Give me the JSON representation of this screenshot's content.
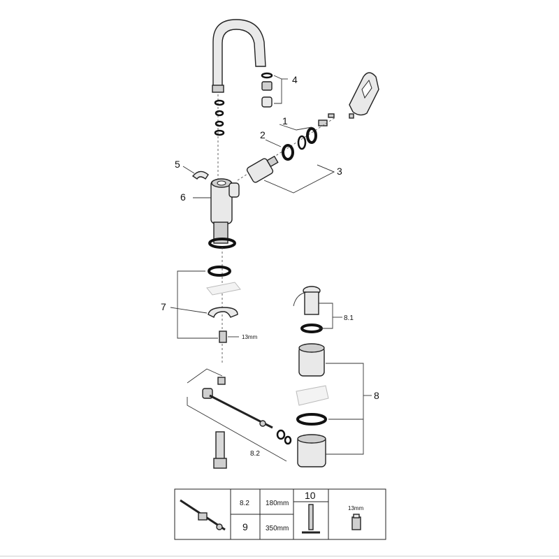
{
  "callouts": {
    "c1": "1",
    "c2": "2",
    "c3": "3",
    "c4": "4",
    "c5": "5",
    "c6": "6",
    "c7": "7",
    "c8": "8",
    "c8_1": "8.1",
    "c8_2": "8.2",
    "wrench_size": "13mm"
  },
  "spare_table": {
    "cell_rod_label": "8.2",
    "cell_rod_length": "180mm",
    "cell_hose_label": "9",
    "cell_hose_length": "350mm",
    "cell_tool_label": "10",
    "cell_wrench_size": "13mm"
  },
  "icons": [
    "tap-spout-icon",
    "handle-lever-icon",
    "cartridge-icon",
    "pop-up-waste-icon",
    "flex-hose-icon",
    "pop-up-rod-icon",
    "hex-key-icon",
    "wrench-nut-icon"
  ]
}
